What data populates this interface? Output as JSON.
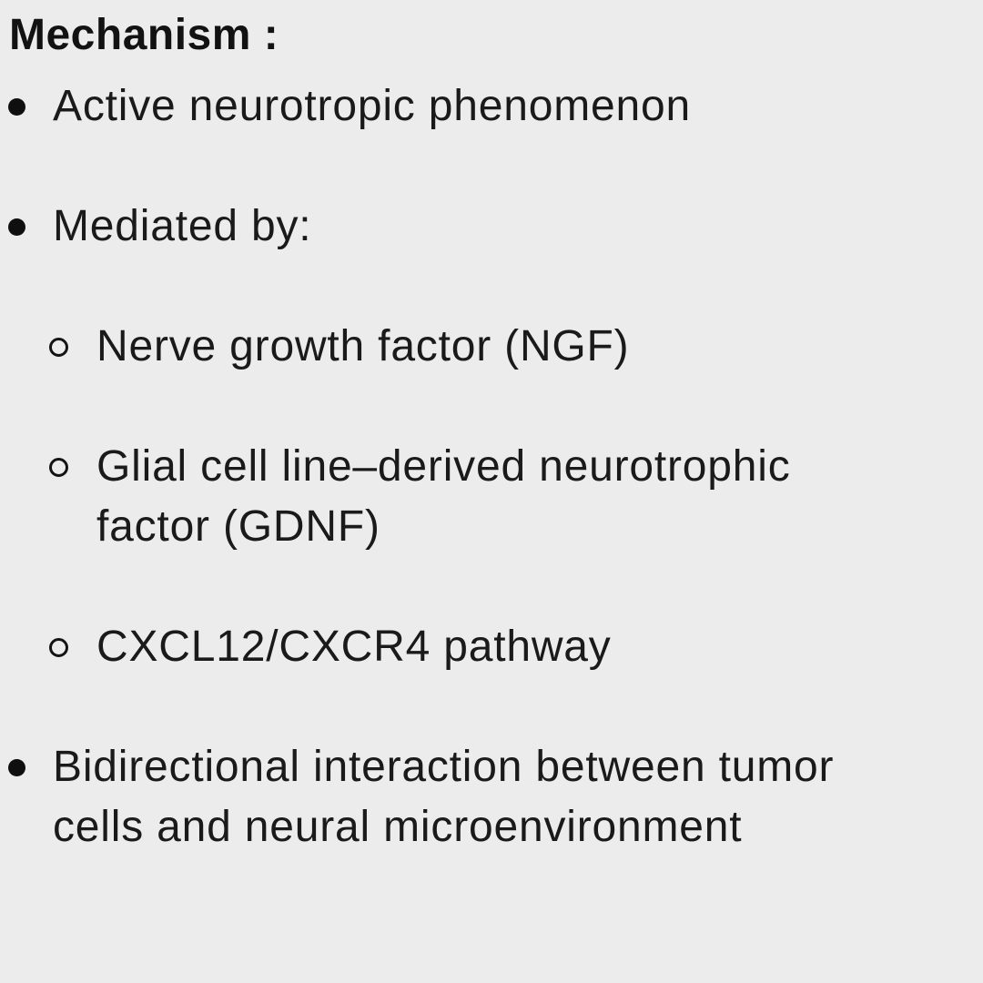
{
  "page": {
    "background_color": "#ececec",
    "text_color": "#1a1a1a"
  },
  "title": "Mechanism :",
  "list": {
    "items": [
      {
        "level": 1,
        "bullet": "filled-circle",
        "lines": [
          "Active neurotropic phenomenon"
        ]
      },
      {
        "level": 1,
        "bullet": "filled-circle",
        "lines": [
          "Mediated by:"
        ]
      },
      {
        "level": 2,
        "bullet": "hollow-circle",
        "lines": [
          "Nerve growth factor (NGF)"
        ]
      },
      {
        "level": 2,
        "bullet": "hollow-circle",
        "lines": [
          "Glial cell line–derived neurotrophic",
          "factor (GDNF)"
        ]
      },
      {
        "level": 2,
        "bullet": "hollow-circle",
        "lines": [
          "CXCL12/CXCR4 pathway"
        ]
      },
      {
        "level": 1,
        "bullet": "filled-circle",
        "lines": [
          "Bidirectional interaction between tumor",
          "cells and neural microenvironment"
        ]
      }
    ]
  }
}
